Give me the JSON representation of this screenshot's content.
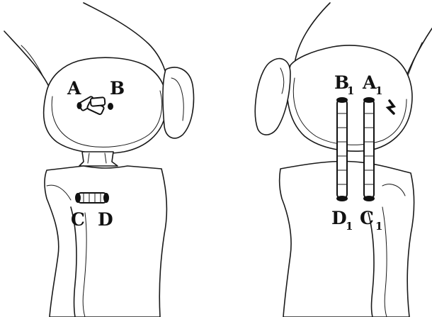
{
  "left_view": {
    "labels": {
      "a": "A",
      "b": "B",
      "c": "C",
      "d": "D"
    }
  },
  "right_view": {
    "labels": {
      "b1": {
        "letter": "B",
        "sub": "1"
      },
      "a1": {
        "letter": "A",
        "sub": "1"
      },
      "d1": {
        "letter": "D",
        "sub": "1"
      },
      "c1": {
        "letter": "C",
        "sub": "1"
      }
    }
  }
}
